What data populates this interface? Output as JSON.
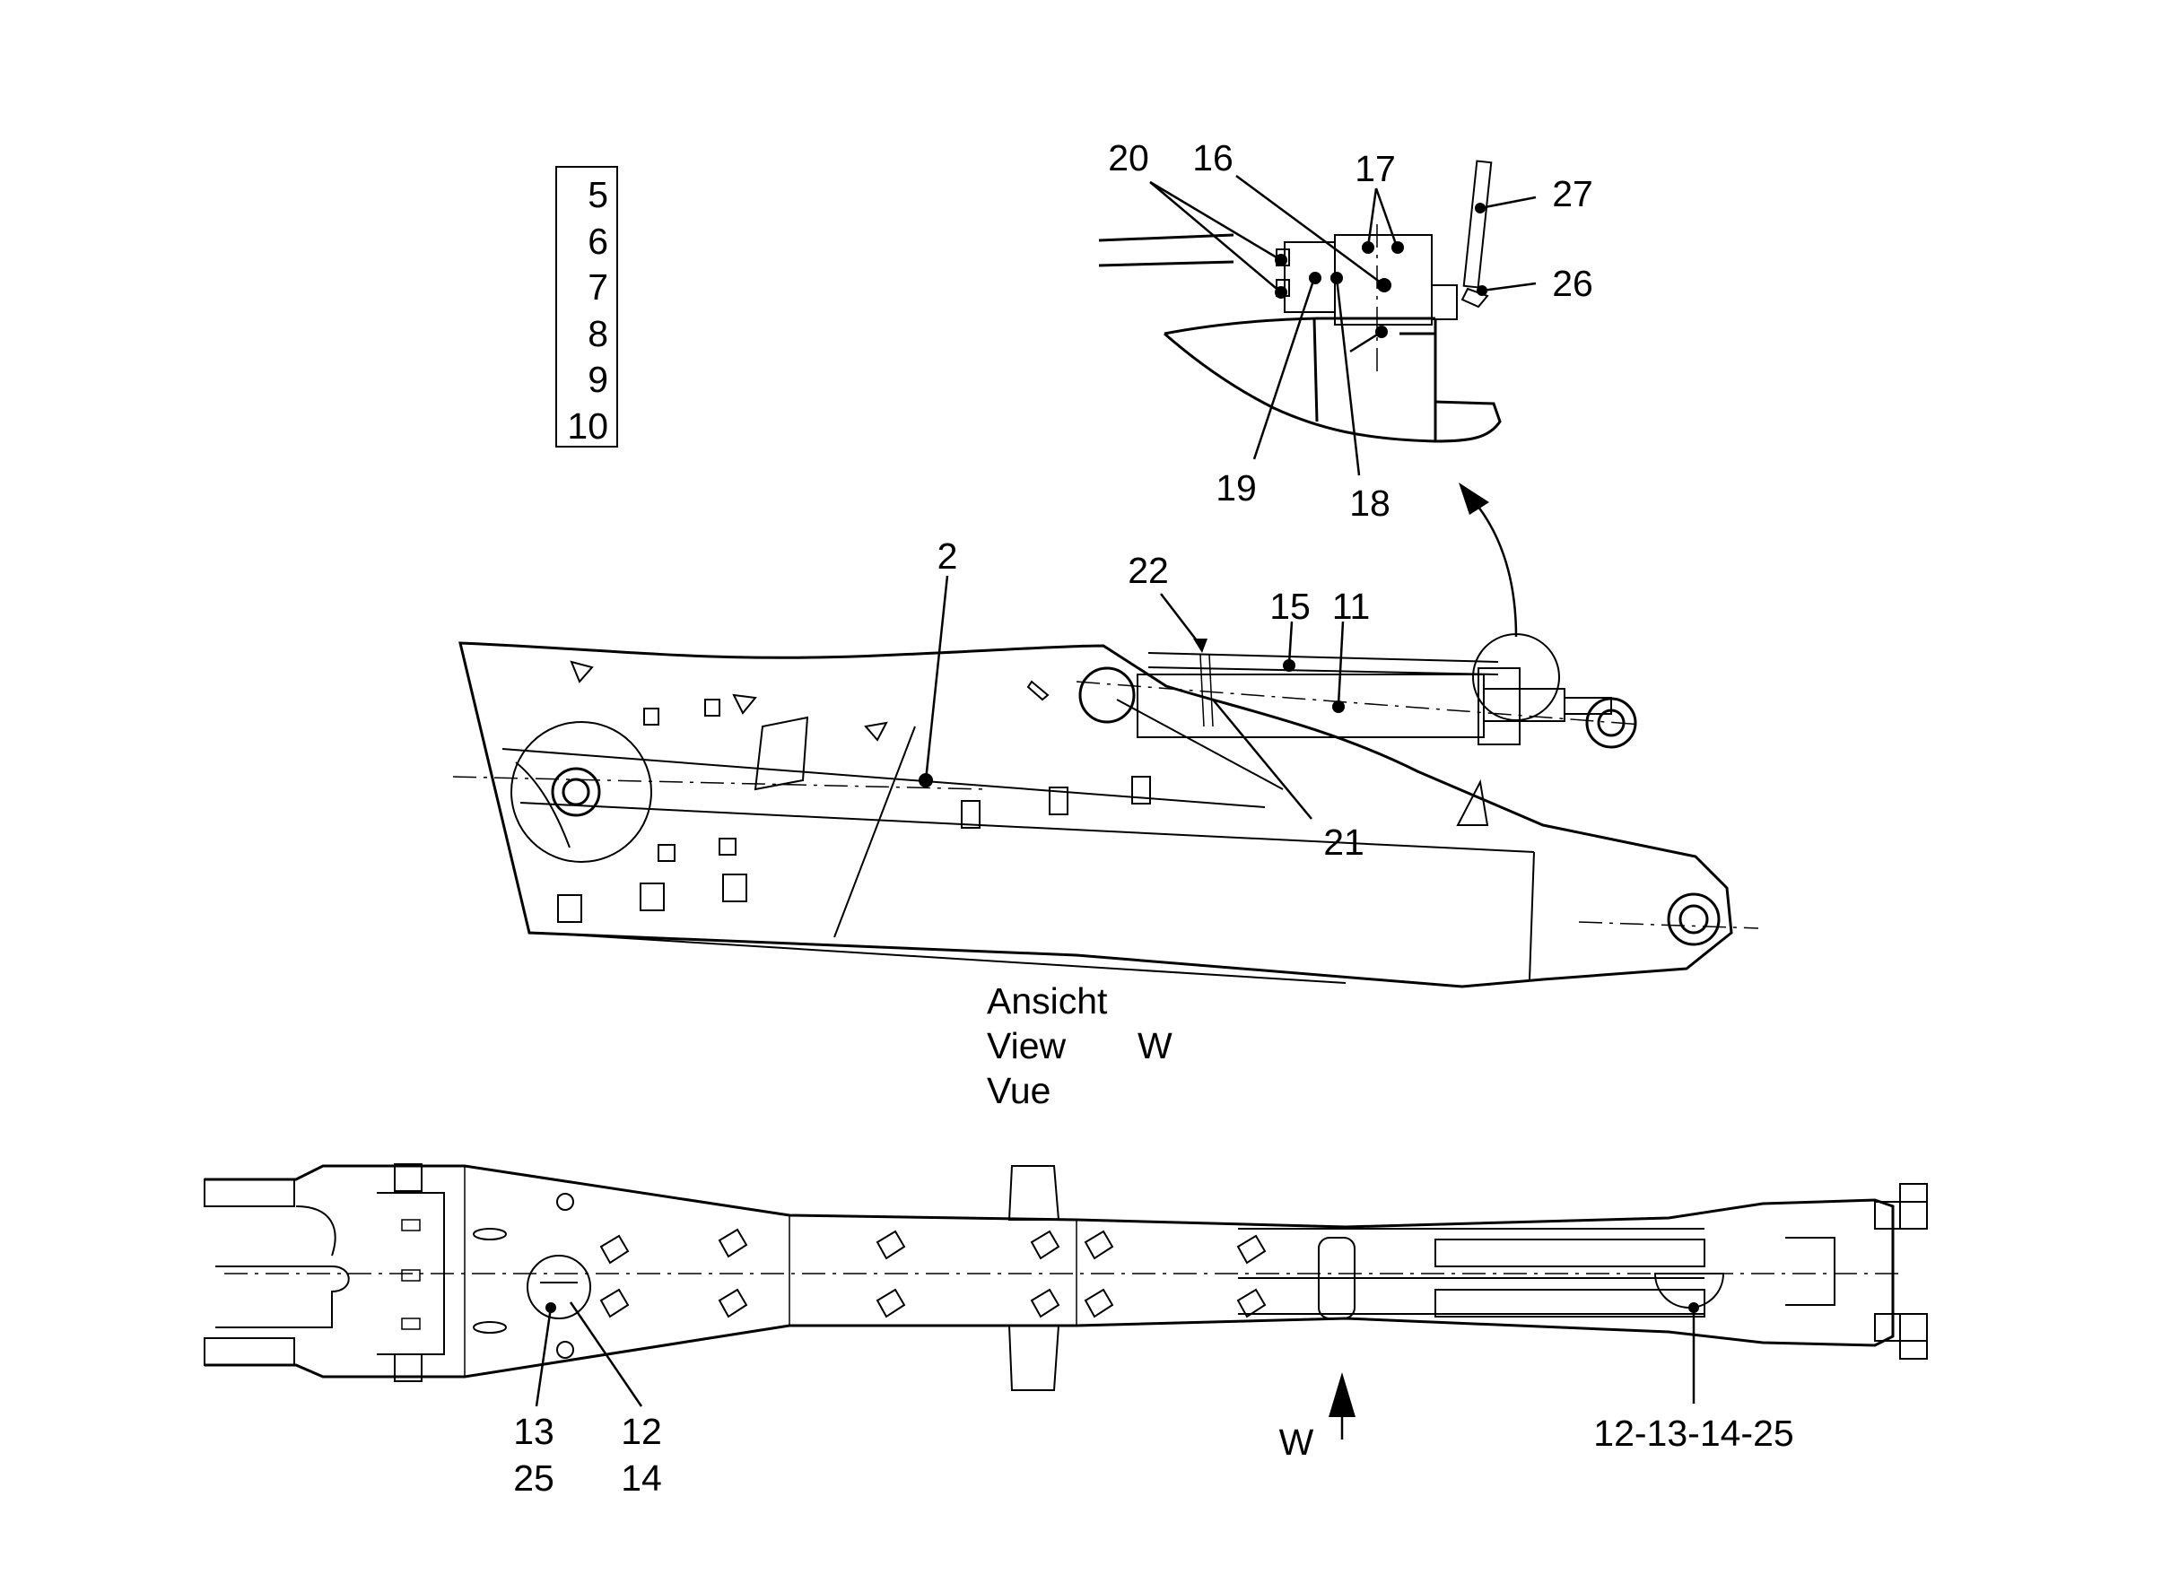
{
  "sheet_refs": [
    "5",
    "6",
    "7",
    "8",
    "9",
    "10"
  ],
  "detail_labels": {
    "l20": "20",
    "l16": "16",
    "l17": "17",
    "l27": "27",
    "l26": "26",
    "l19": "19",
    "l18": "18"
  },
  "side_labels": {
    "l2": "2",
    "l22": "22",
    "l15": "15",
    "l11": "11",
    "l21": "21"
  },
  "view_caption": {
    "line1": "Ansicht",
    "line2": "View",
    "line3": "Vue",
    "letter": "W"
  },
  "bottom_labels": {
    "left_a": "13",
    "left_b": "25",
    "right_a": "12",
    "right_b": "14",
    "combo": "12-13-14-25",
    "w_arrow": "W"
  }
}
